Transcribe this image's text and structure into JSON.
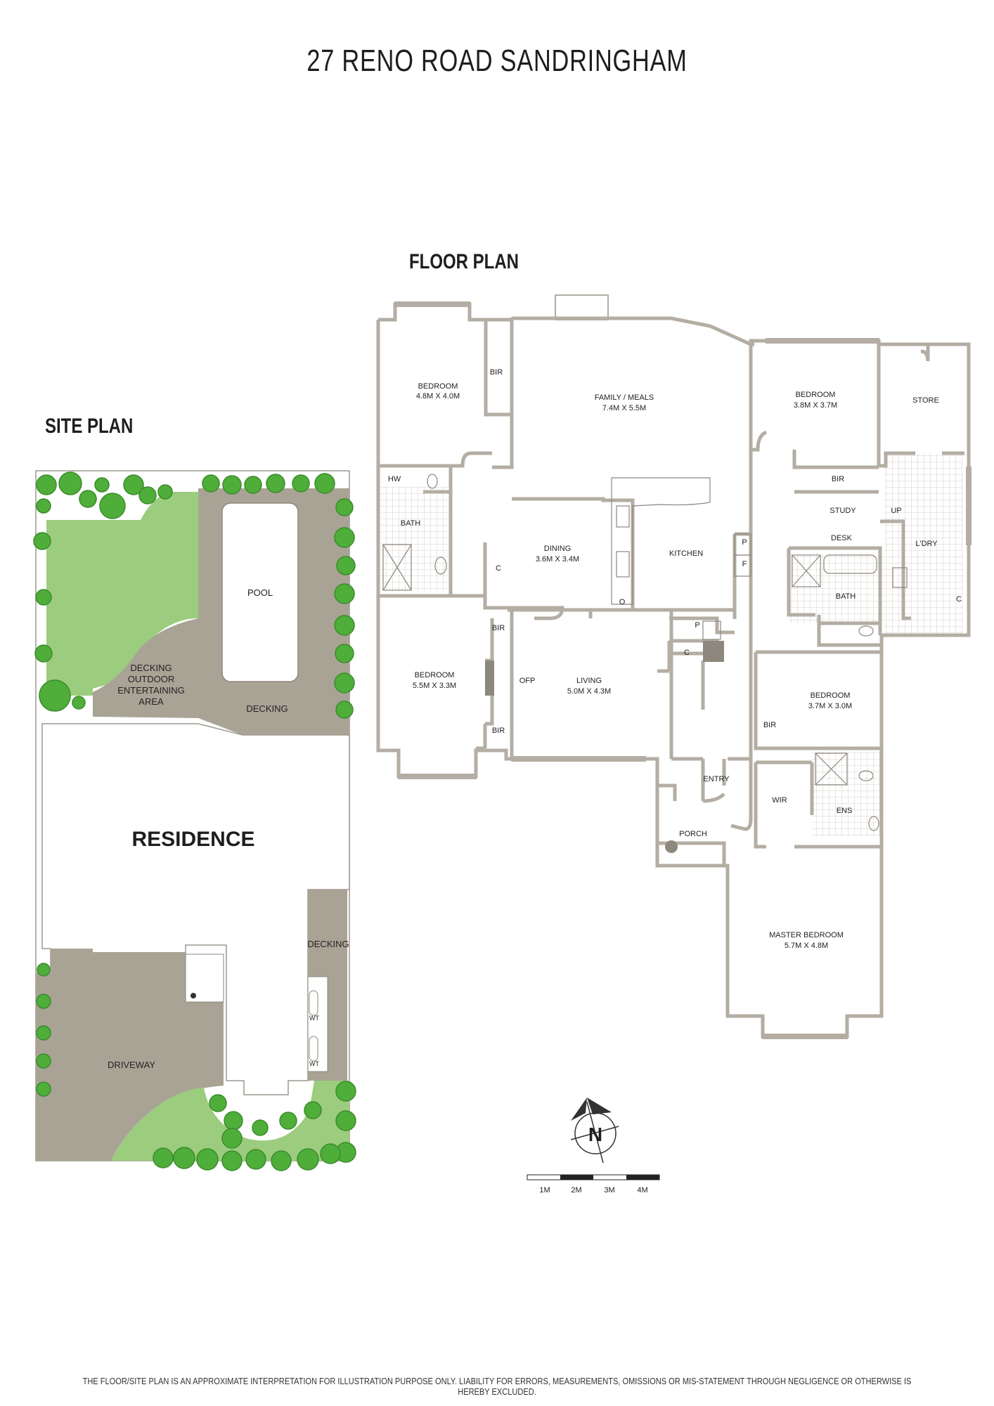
{
  "title": "27 RENO ROAD SANDRINGHAM",
  "headings": {
    "floor_plan": "FLOOR PLAN",
    "site_plan": "SITE PLAN"
  },
  "rooms": {
    "bedroom1": {
      "name": "BEDROOM",
      "size": "4.8M X 4.0M"
    },
    "family": {
      "name": "FAMILY / MEALS",
      "size": "7.4M X 5.5M"
    },
    "bedroom2": {
      "name": "BEDROOM",
      "size": "3.8M X 3.7M"
    },
    "store": "STORE",
    "bir": "BIR",
    "hw": "HW",
    "bath": "BATH",
    "c": "C",
    "dining": {
      "name": "DINING",
      "size": "3.6M X 3.4M"
    },
    "kitchen": "KITCHEN",
    "p": "P",
    "f": "F",
    "o": "O",
    "study": "STUDY",
    "up": "UP",
    "desk": "DESK",
    "ldry": "L'DRY",
    "bedroom3": {
      "name": "BEDROOM",
      "size": "5.5M X 3.3M"
    },
    "ofp": "OFP",
    "living": {
      "name": "LIVING",
      "size": "5.0M X 4.3M"
    },
    "bedroom4": {
      "name": "BEDROOM",
      "size": "3.7M X 3.0M"
    },
    "entry": "ENTRY",
    "porch": "PORCH",
    "wir": "WIR",
    "ens": "ENS",
    "master": {
      "name": "MASTER BEDROOM",
      "size": "5.7M X 4.8M"
    }
  },
  "site": {
    "pool": "POOL",
    "decking_area": [
      "DECKING",
      "OUTDOOR",
      "ENTERTAINING",
      "AREA"
    ],
    "decking": "DECKING",
    "residence": "RESIDENCE",
    "decking_side": "DECKING",
    "driveway": "DRIVEWAY",
    "wt": "WT"
  },
  "scale": {
    "labels": [
      "1M",
      "2M",
      "3M",
      "4M"
    ]
  },
  "compass": "N",
  "footer": "THE FLOOR/SITE PLAN IS AN APPROXIMATE INTERPRETATION FOR ILLUSTRATION PURPOSE ONLY. LIABILITY FOR ERRORS, MEASUREMENTS, OMISSIONS OR MIS-STATEMENT THROUGH NEGLIGENCE OR OTHERWISE IS HEREBY EXCLUDED.",
  "colors": {
    "wall": "#b3ada3",
    "lawn": "#9ccc7e",
    "paving": "#a9a396",
    "tree": "#4fae3a"
  }
}
